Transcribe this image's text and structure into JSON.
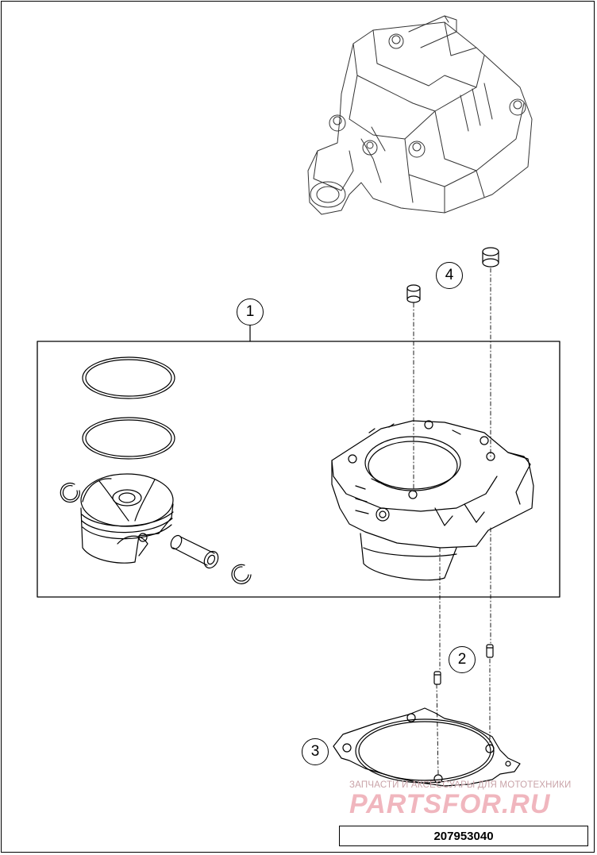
{
  "callouts": [
    "1",
    "2",
    "3",
    "4"
  ],
  "watermark": {
    "top_text": "ЗАПЧАСТИ И АКСЕССУАРЫ ДЛЯ МОТОТЕХНИКИ",
    "brand_text": "PARTSFOR.RU",
    "color": "#e06070"
  },
  "part_number": "207953040",
  "colors": {
    "line": "#000000",
    "background": "#ffffff"
  }
}
